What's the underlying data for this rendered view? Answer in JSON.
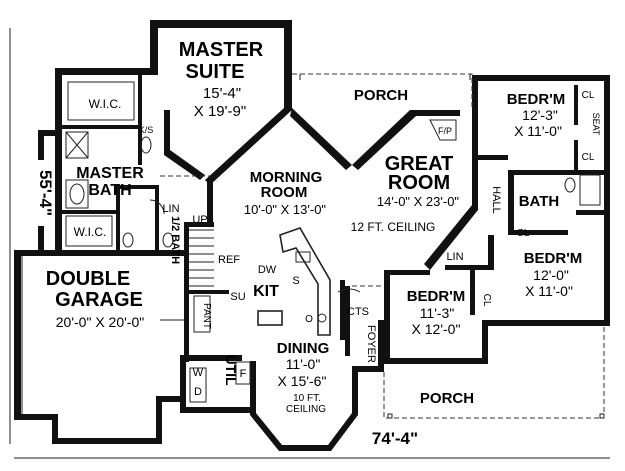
{
  "rooms": {
    "master_suite": {
      "name_line1": "MASTER",
      "name_line2": "SUITE",
      "dim_line1": "15'-4\"",
      "dim_line2": "X 19'-9\""
    },
    "master_bath": {
      "name_line1": "MASTER",
      "name_line2": "BATH"
    },
    "wic_top": "W.I.C.",
    "wic_bottom": "W.I.C.",
    "ks": "K/S",
    "morning_room": {
      "name_line1": "MORNING",
      "name_line2": "ROOM",
      "dims": "10'-0\" X 13'-0\""
    },
    "great_room": {
      "name_line1": "GREAT",
      "name_line2": "ROOM",
      "dims": "14'-0\" X 23'-0\"",
      "ceiling": "12 FT. CEILING"
    },
    "fp": "F/P",
    "porch_top": "PORCH",
    "porch_bottom": "PORCH",
    "bedroom_top": {
      "name": "BEDR'M",
      "dim_line1": "12'-3\"",
      "dim_line2": "X 11'-0\""
    },
    "bedroom_right": {
      "name": "BEDR'M",
      "dim_line1": "12'-0\"",
      "dim_line2": "X 11'-0\""
    },
    "bedroom_mid": {
      "name": "BEDR'M",
      "dim_line1": "11'-3\"",
      "dim_line2": "X 12'-0\""
    },
    "bath": "BATH",
    "hall": "HALL",
    "seat": "SEAT",
    "cl_top": "CL",
    "cl_mid": "CL",
    "cl_bath": "CL",
    "cl_bed": "CL",
    "lin_hall": "LIN",
    "lin_master": "LIN",
    "half_bath": "1/2 BATH",
    "up": "UP",
    "ref": "REF",
    "dw": "DW",
    "s": "S",
    "su": "SU",
    "pant": "PANT",
    "kit": "KIT",
    "o": "O",
    "cts": "CTS",
    "foyer": "FOYER",
    "garage": {
      "name_line1": "DOUBLE",
      "name_line2": "GARAGE",
      "dims": "20'-0\" X 20'-0\""
    },
    "util": "UTIL",
    "w": "W",
    "d": "D",
    "f": "F",
    "dining": {
      "name": "DINING",
      "dim_line1": "11'-0\"",
      "dim_line2": "X 15'-6\"",
      "ceiling_line1": "10 FT.",
      "ceiling_line2": "CEILING"
    }
  },
  "dimensions": {
    "overall_width": "74'-4\"",
    "overall_depth": "55'-4\""
  }
}
